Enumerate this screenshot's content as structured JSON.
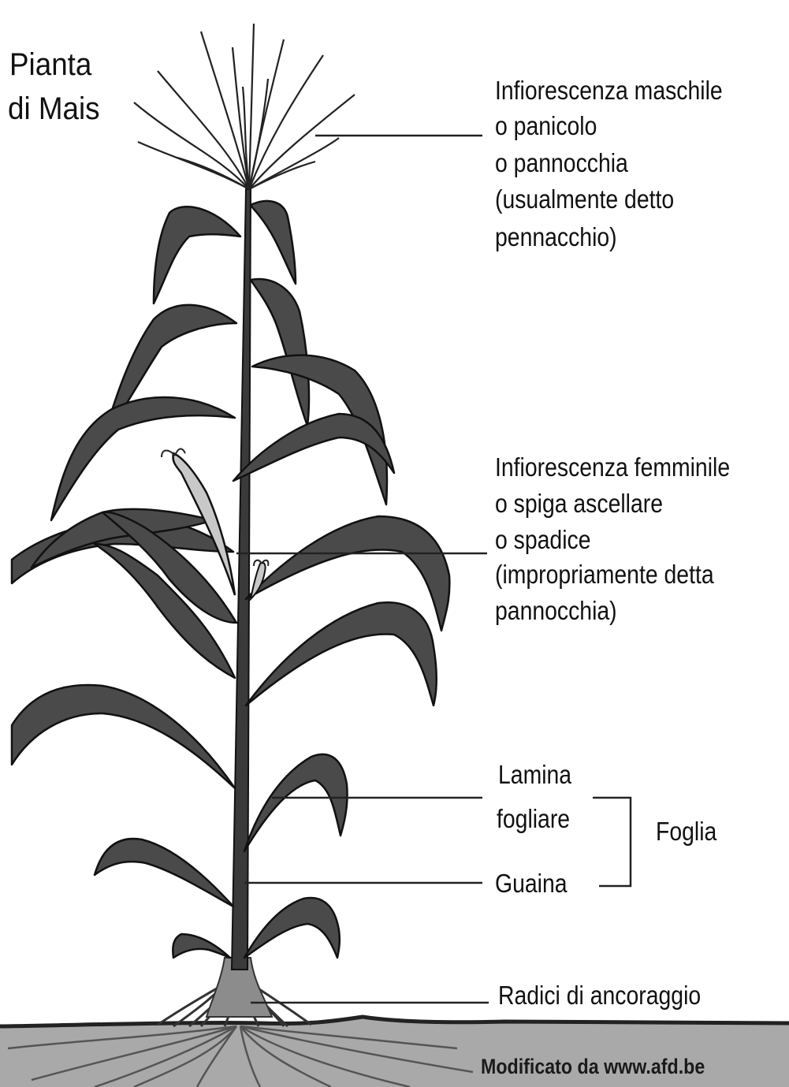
{
  "title": {
    "line1": "Pianta",
    "line2": "di Mais"
  },
  "labels": {
    "tassel": [
      "Infiorescenza maschile",
      "o panicolo",
      "o pannocchia",
      "(usualmente detto",
      "pennacchio)"
    ],
    "ear": [
      "Infiorescenza femminile",
      "o spiga ascellare",
      "o spadice",
      "(impropriamente detta",
      "pannocchia)"
    ],
    "lamina": [
      "Lamina",
      "fogliare"
    ],
    "guaina": "Guaina",
    "foglia": "Foglia",
    "radici": "Radici di ancoraggio"
  },
  "credit": "Modificato da www.afd.be",
  "colors": {
    "background": "#ffffff",
    "leaf_fill": "#4a4a4a",
    "leaf_stroke": "#111111",
    "stem": "#3a3a3a",
    "ear_fill": "#c8c8c8",
    "soil": "#a9a9a9",
    "soil_line": "#2a2a2a",
    "leader_line": "#222222"
  }
}
